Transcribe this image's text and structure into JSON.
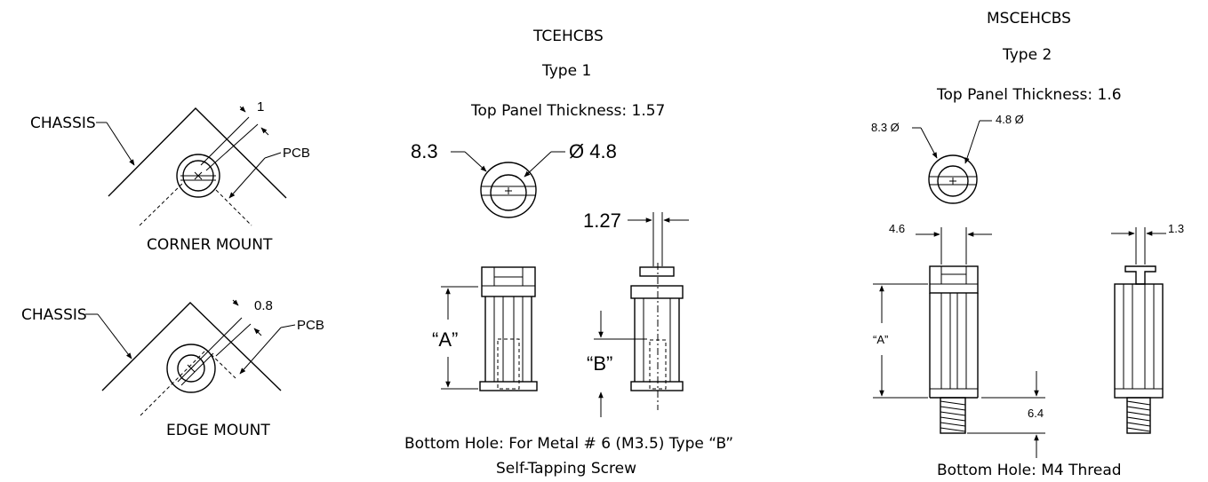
{
  "left_views": {
    "corner": {
      "chassis_label": "CHASSIS",
      "gap_dimension": "1",
      "pcb_label": "PCB",
      "caption": "CORNER MOUNT"
    },
    "edge": {
      "chassis_label": "CHASSIS",
      "gap_dimension": "0.8",
      "pcb_label": "PCB",
      "caption": "EDGE MOUNT"
    }
  },
  "type1": {
    "part_number": "TCEHCBS",
    "type_label": "Type 1",
    "panel_thickness": "Top Panel Thickness: 1.57",
    "head_diameter": "8.3",
    "hole_diameter": "Ø 4.8",
    "slot_width": "1.27",
    "dim_a": "“A”",
    "dim_b": "“B”",
    "bottom_hole_line1": "Bottom Hole: For Metal # 6 (M3.5) Type “B”",
    "bottom_hole_line2": "Self-Tapping Screw"
  },
  "type2": {
    "part_number": "MSCEHCBS",
    "type_label": "Type 2",
    "panel_thickness": "Top Panel Thickness: 1.6",
    "head_diameter": "8.3 Ø",
    "hole_diameter": "4.8 Ø",
    "body_width": "4.6",
    "slot_width": "1.3",
    "dim_a": "“A”",
    "thread_length": "6.4",
    "bottom_hole": "Bottom Hole: M4 Thread"
  }
}
